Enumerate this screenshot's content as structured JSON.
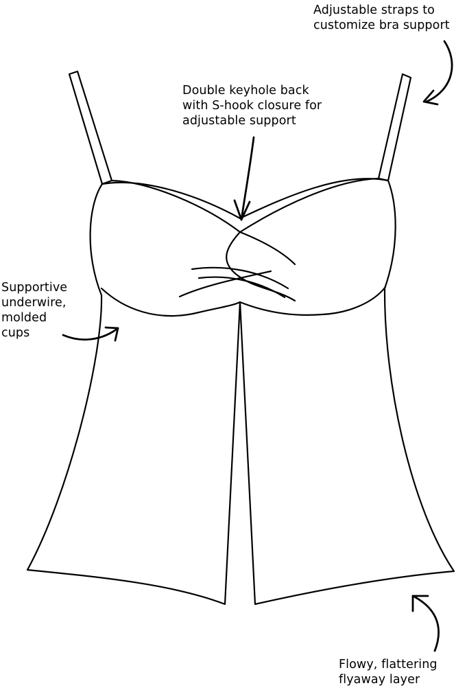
{
  "callouts": {
    "straps": {
      "line1": "Adjustable straps to",
      "line2": "customize bra support"
    },
    "keyhole": {
      "line1": "Double keyhole back",
      "line2": "with S-hook closure for",
      "line3": "adjustable support"
    },
    "underwire": {
      "line1": "Supportive",
      "line2": "underwire,",
      "line3": "molded",
      "line4": "cups"
    },
    "flyaway": {
      "line1": "Flowy, flattering",
      "line2": "flyaway layer"
    }
  },
  "colors": {
    "line": "#000000",
    "background": "#ffffff"
  },
  "icons": [
    "curved-arrow-icon"
  ]
}
